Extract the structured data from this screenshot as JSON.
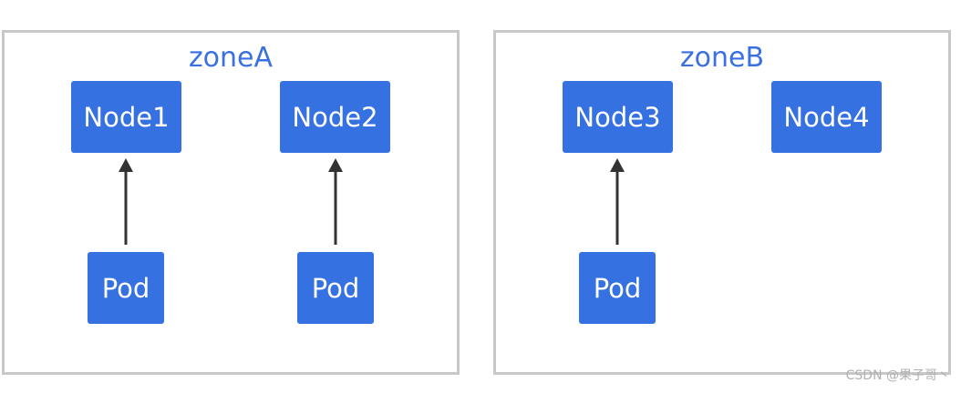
{
  "zones": [
    {
      "title": "zoneA",
      "nodes": [
        "Node1",
        "Node2"
      ],
      "pods": [
        "Pod",
        "Pod"
      ]
    },
    {
      "title": "zoneB",
      "nodes": [
        "Node3",
        "Node4"
      ],
      "pods": [
        "Pod"
      ]
    }
  ],
  "edges": [
    {
      "from": "Pod (zoneA, 1)",
      "to": "Node1"
    },
    {
      "from": "Pod (zoneA, 2)",
      "to": "Node2"
    },
    {
      "from": "Pod (zoneB, 1)",
      "to": "Node3"
    }
  ],
  "colors": {
    "box_fill": "#3571e0",
    "zone_border": "#c8c8c8",
    "title_color": "#3a70e0",
    "arrow_color": "#333333"
  },
  "watermark": "CSDN @果子哥丶"
}
